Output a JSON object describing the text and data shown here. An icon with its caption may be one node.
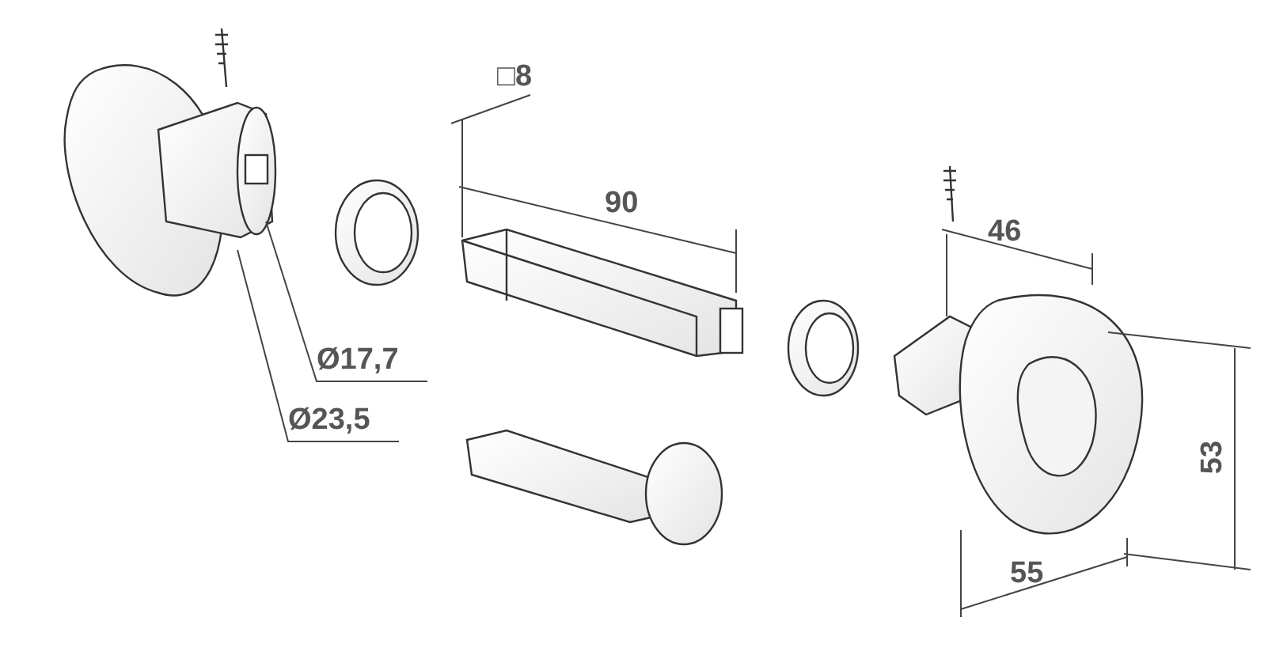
{
  "diagram": {
    "nodes": [
      {
        "text": [
          "Ø17,7"
        ]
      },
      {
        "text": [
          "Ø23,5"
        ]
      }
    ],
    "edges": [
      {
        "from": 0,
        "to": null,
        "arrow": "none"
      },
      {
        "from": 1,
        "to": null,
        "arrow": "none"
      }
    ],
    "labels": [
      "□8",
      "90",
      "46",
      "53",
      "55"
    ]
  }
}
